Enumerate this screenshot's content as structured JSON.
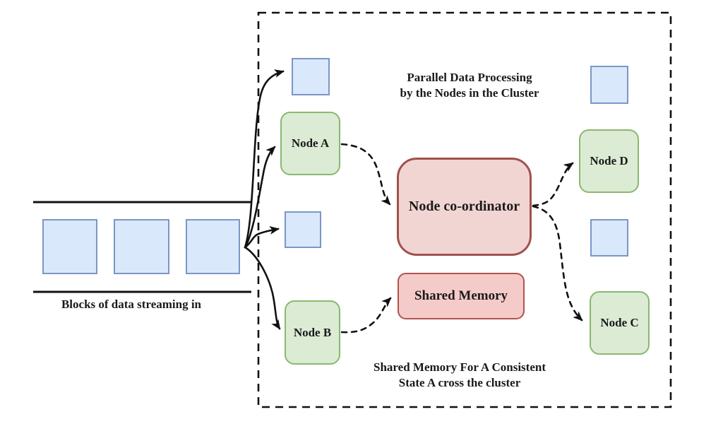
{
  "diagram": {
    "stream": {
      "caption": "Blocks of data streaming in"
    },
    "cluster": {
      "top_caption": {
        "line1": "Parallel Data Processing",
        "line2": "by the Nodes in the Cluster"
      },
      "bottom_caption": {
        "line1": "Shared Memory For A Consistent",
        "line2": "State A cross the cluster"
      },
      "nodes": {
        "a": "Node A",
        "b": "Node B",
        "c": "Node C",
        "d": "Node D"
      },
      "coordinator_label": "Node co-ordinator",
      "shared_memory_label": "Shared Memory"
    },
    "colors": {
      "data_block_fill": "#dae8fc",
      "data_block_border": "#7b96c7",
      "node_fill": "#dcebd4",
      "node_border": "#8ab870",
      "coordinator_fill": "#f1d5d3",
      "coordinator_border": "#9f524e",
      "shared_memory_fill": "#f5cbc9",
      "shared_memory_border": "#b0534f",
      "arrow": "#111111"
    }
  }
}
